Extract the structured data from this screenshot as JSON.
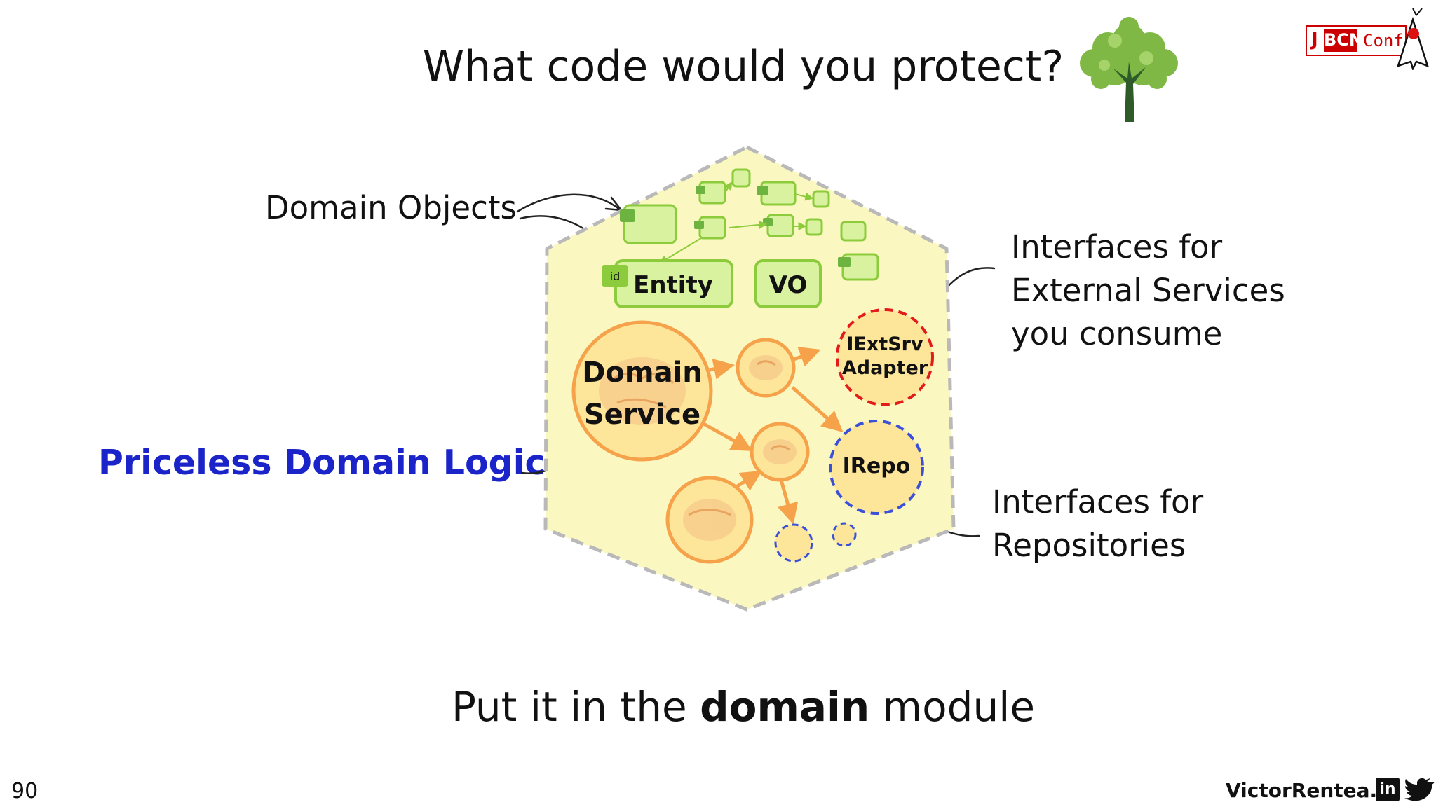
{
  "slide": {
    "title": "What code would you protect?",
    "bottom_prefix": "Put it in the ",
    "bottom_bold": "domain",
    "bottom_suffix": " module",
    "page_number": "90",
    "footer_site": "VictorRentea.ro",
    "linkedin_label": "in"
  },
  "logo": {
    "j": "J",
    "bcn": "BCN",
    "conf": "Conf"
  },
  "labels": {
    "domain_objects": "Domain Objects",
    "interfaces_external": [
      "Interfaces for",
      "External Services",
      "you consume"
    ],
    "interfaces_repositories": [
      "Interfaces for",
      "Repositories"
    ],
    "priceless_logic": "Priceless Domain Logic"
  },
  "diagram": {
    "entity_id": "id",
    "entity": "Entity",
    "vo": "VO",
    "domain_service": [
      "Domain",
      "Service"
    ],
    "ext_adapter": [
      "IExtSrv",
      "Adapter"
    ],
    "repo": "IRepo"
  },
  "colors": {
    "hex_fill": "#fbf7c0",
    "hex_border": "#b9b9b9",
    "green_fill": "#d9f2a0",
    "green_border": "#8ccc3c",
    "orange": "#f5a24a",
    "circle_fill": "#fde59a",
    "red_dash": "#e21b1b",
    "blue_dash": "#3b50d8",
    "logic_blue": "#1a24c8"
  }
}
